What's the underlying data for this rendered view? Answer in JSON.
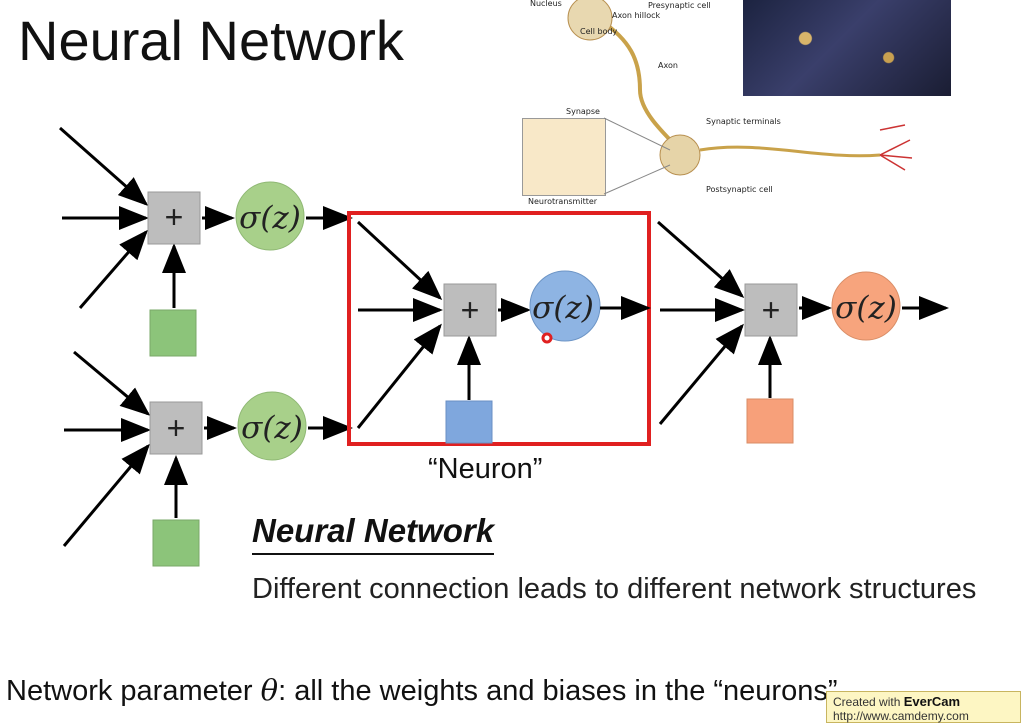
{
  "title": "Neural Network",
  "neuron_label": "“Neuron”",
  "heading": "Neural Network",
  "description": "Different connection leads to different network structures",
  "parameter_prefix": "Network parameter ",
  "parameter_theta": "θ",
  "parameter_suffix": ": all the weights and biases in the “neurons”",
  "sigma_text": "σ(z)",
  "plus_text": "+",
  "bio_labels": {
    "nucleus": "Nucleus",
    "presynaptic_cell": "Presynaptic cell",
    "axon_hillock": "Axon hillock",
    "cell_body": "Cell body",
    "axon": "Axon",
    "synapse": "Synapse",
    "synaptic_terminals": "Synaptic terminals",
    "neurotransmitter": "Neurotransmitter",
    "postsynaptic_cell": "Postsynaptic cell"
  },
  "watermark": {
    "created_with": "Created with",
    "brand": "EverCam",
    "url": "http://www.camdemy.com"
  },
  "colors": {
    "green_circle": "#a8d08a",
    "green_bias": "#8cc47a",
    "blue_circle": "#8eb4e3",
    "blue_bias": "#7fa7dd",
    "orange_circle": "#f7a47d",
    "orange_bias": "#f7a07a",
    "box_gray": "#bdbdbd",
    "highlight_red": "#e02020"
  }
}
